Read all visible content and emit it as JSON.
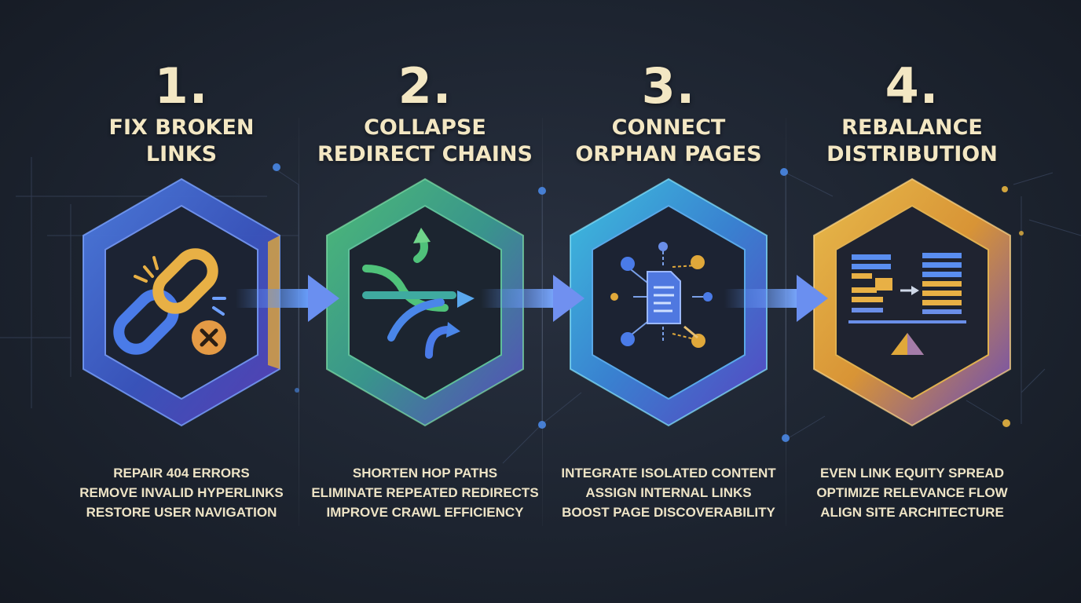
{
  "colors": {
    "background": "#1d2430",
    "text": "#f3e7c3",
    "step1": "#3d63c9",
    "step2": "#3fa86e",
    "step3": "#3aa6d9",
    "step4": "#e0a83a",
    "accent_gold": "#e7b440",
    "accent_purple": "#6b55d8"
  },
  "steps": [
    {
      "number": "1.",
      "title": [
        "FIX BROKEN",
        "LINKS"
      ],
      "icon": "broken-link-icon",
      "description": [
        "REPAIR 404 ERRORS",
        "REMOVE INVALID HYPERLINKS",
        "RESTORE USER NAVIGATION"
      ]
    },
    {
      "number": "2.",
      "title": [
        "COLLAPSE",
        "REDIRECT CHAINS"
      ],
      "icon": "merge-redirect-icon",
      "description": [
        "SHORTEN HOP PATHS",
        "ELIMINATE REPEATED REDIRECTS",
        "IMPROVE CRAWL EFFICIENCY"
      ]
    },
    {
      "number": "3.",
      "title": [
        "CONNECT",
        "ORPHAN PAGES"
      ],
      "icon": "document-network-icon",
      "description": [
        "INTEGRATE ISOLATED CONTENT",
        "ASSIGN INTERNAL LINKS",
        "BOOST PAGE DISCOVERABILITY"
      ]
    },
    {
      "number": "4.",
      "title": [
        "REBALANCE",
        "DISTRIBUTION"
      ],
      "icon": "balance-bars-icon",
      "description": [
        "EVEN LINK EQUITY SPREAD",
        "OPTIMIZE RELEVANCE FLOW",
        "ALIGN SITE ARCHITECTURE"
      ]
    }
  ]
}
